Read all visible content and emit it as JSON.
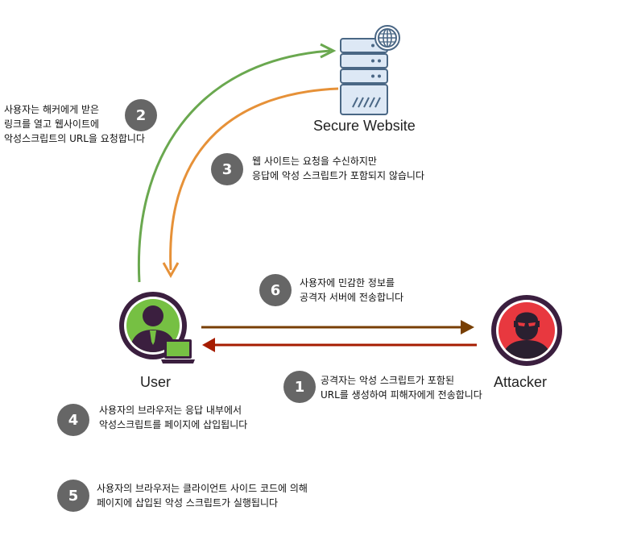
{
  "nodes": {
    "server_label": "Secure Website",
    "user_label": "User",
    "attacker_label": "Attacker"
  },
  "steps": [
    {
      "num": "1",
      "line1": "공격자는 악성 스크립트가 포함된",
      "line2": "URL를 생성하여 피해자에게 전송합니다"
    },
    {
      "num": "2",
      "line1": "사용자는 해커에게 받은",
      "line2": "링크를 열고 웹사이트에",
      "line3": "악성스크립트의 URL을 요청합니다"
    },
    {
      "num": "3",
      "line1": "웹 사이트는 요청을 수신하지만",
      "line2": "응답에 악성 스크립트가 포함되지 않습니다"
    },
    {
      "num": "4",
      "line1": "사용자의 브라우저는 응답 내부에서",
      "line2": "악성스크립트를 페이지에 삽입됩니다"
    },
    {
      "num": "5",
      "line1": "사용자의 브라우저는 클라이언트 사이드 코드에 의해",
      "line2": "페이지에 삽입된 악성 스크립트가 실행됩니다"
    },
    {
      "num": "6",
      "line1": "사용자에 민감한 정보를",
      "line2": "공격자 서버에 전송합니다"
    }
  ],
  "colors": {
    "step_badge": "#666666",
    "arrow_green": "#6aa84f",
    "arrow_orange": "#e69138",
    "arrow_brown": "#783f04",
    "arrow_red": "#a61c00",
    "user_ring": "#3b1f3f",
    "user_fill": "#76c043",
    "attacker_fill": "#e8383f",
    "server_fill": "#dde8f5",
    "server_stroke": "#4a6785"
  },
  "icons": [
    "server-icon",
    "globe-icon",
    "user-icon",
    "laptop-icon",
    "attacker-icon"
  ]
}
